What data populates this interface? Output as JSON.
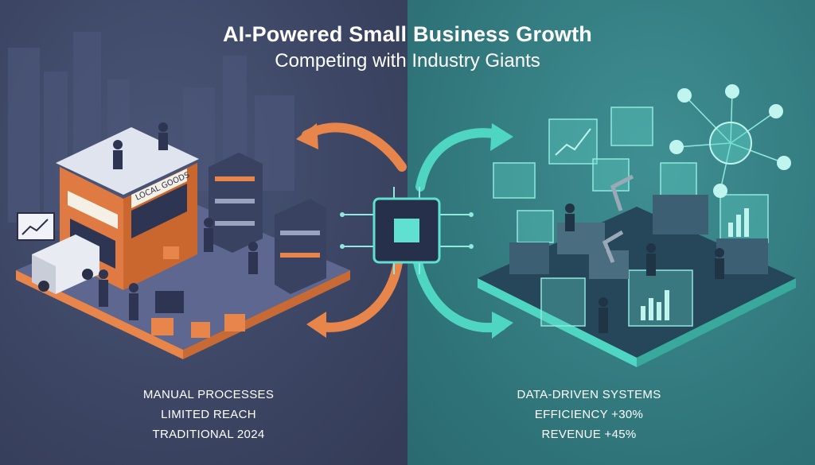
{
  "header": {
    "title": "AI-Powered Small Business Growth",
    "subtitle": "Competing with Industry Giants"
  },
  "left": {
    "captions": [
      "MANUAL PROCESSES",
      "LIMITED REACH",
      "TRADITIONAL 2024"
    ],
    "store_sign": "LOCAL GOODS"
  },
  "right": {
    "captions": [
      "DATA-DRIVEN SYSTEMS",
      "EFFICIENCY +30%",
      "REVENUE +45%"
    ]
  },
  "colors": {
    "left_bg": "#3b4566",
    "right_bg": "#2f7f84",
    "accent_orange": "#e8854a",
    "accent_teal": "#4fd6c2",
    "chip": "#5fe0d0"
  }
}
